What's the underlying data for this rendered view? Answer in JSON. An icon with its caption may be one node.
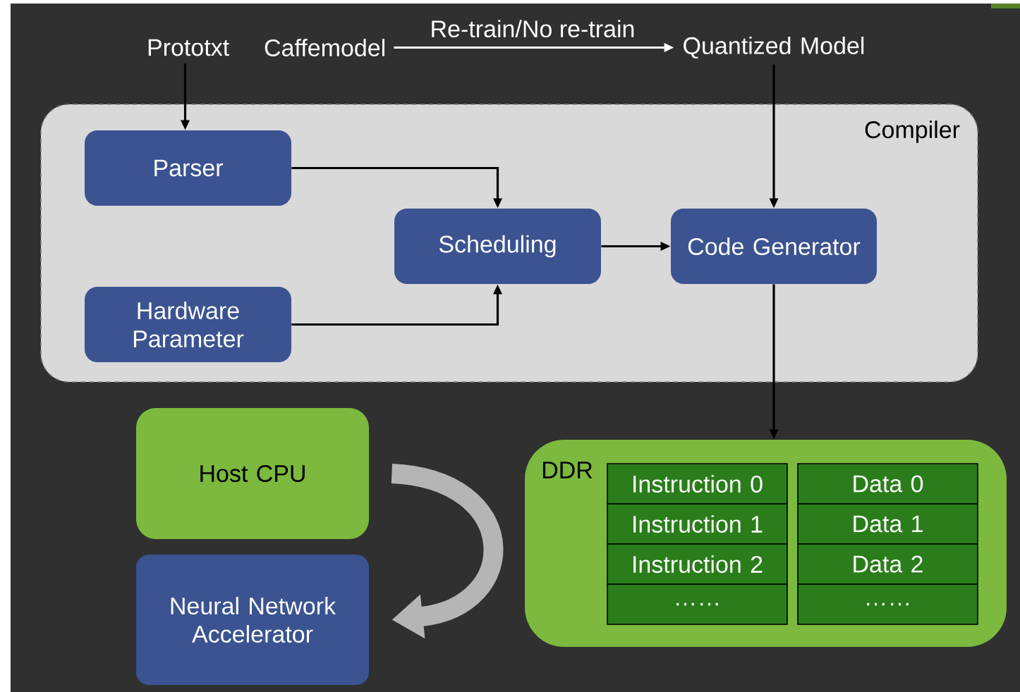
{
  "diagram": {
    "nodes": [
      {
        "text": [
          "Prototxt"
        ]
      },
      {
        "text": [
          "Caffemodel"
        ]
      },
      {
        "text": [
          "Quantized Model"
        ]
      },
      {
        "text": [
          "Compiler"
        ]
      },
      {
        "text": [
          "Parser"
        ],
        "in": 3
      },
      {
        "text": [
          "Hardware Parameter"
        ],
        "in": 3
      },
      {
        "text": [
          "Scheduling"
        ],
        "in": 3
      },
      {
        "text": [
          "Code Generator"
        ],
        "in": 3
      },
      {
        "text": [
          "Host CPU"
        ]
      },
      {
        "text": [
          "Neural Network Accelerator"
        ]
      },
      {
        "text": [
          "DDR"
        ]
      },
      {
        "text": [
          "Instruction 0"
        ],
        "in": 10
      },
      {
        "text": [
          "Data 0"
        ],
        "in": 10
      },
      {
        "text": [
          "Instruction 1"
        ],
        "in": 10
      },
      {
        "text": [
          "Data 1"
        ],
        "in": 10
      },
      {
        "text": [
          "Instruction 2"
        ],
        "in": 10
      },
      {
        "text": [
          "Data 2"
        ],
        "in": 10
      },
      {
        "text": [
          "……"
        ],
        "in": 10
      },
      {
        "text": [
          "……"
        ],
        "in": 10
      }
    ],
    "edges": [
      {
        "from": 0,
        "to": 4,
        "arrow": "to"
      },
      {
        "from": 1,
        "to": 2,
        "arrow": "to",
        "label": "Re-train/No re-train",
        "color": "#ffffff"
      },
      {
        "from": 2,
        "to": 7,
        "arrow": "to"
      },
      {
        "from": 4,
        "to": 6,
        "arrow": "to"
      },
      {
        "from": 5,
        "to": 6,
        "arrow": "to"
      },
      {
        "from": 6,
        "to": 7,
        "arrow": "to"
      },
      {
        "from": 7,
        "to": 10,
        "arrow": "to"
      },
      {
        "from": 8,
        "to": 9,
        "arrow": "to",
        "style": "thick",
        "color": "#b5b5b5"
      }
    ]
  }
}
